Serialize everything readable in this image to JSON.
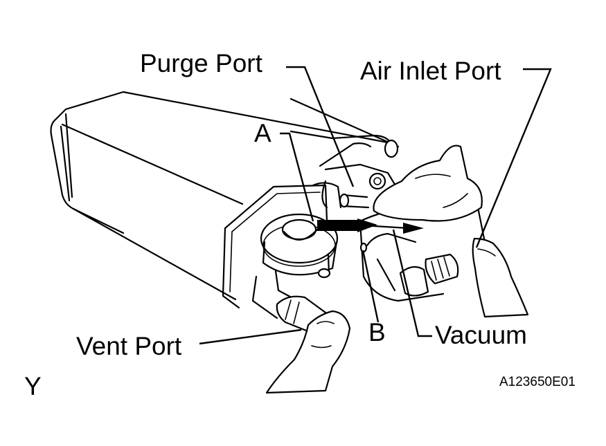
{
  "labels": {
    "purge_port": "Purge Port",
    "air_inlet_port": "Air Inlet Port",
    "a": "A",
    "b": "B",
    "vent_port": "Vent Port",
    "vacuum": "Vacuum",
    "corner_mark": "Y",
    "figure_code": "A123650E01"
  },
  "colors": {
    "line": "#000000",
    "background": "#ffffff"
  },
  "icons": [
    "charcoal-canister",
    "hand-pinching-vent-hose",
    "hand-holding-air-inlet",
    "vacuum-direction-arrow"
  ]
}
